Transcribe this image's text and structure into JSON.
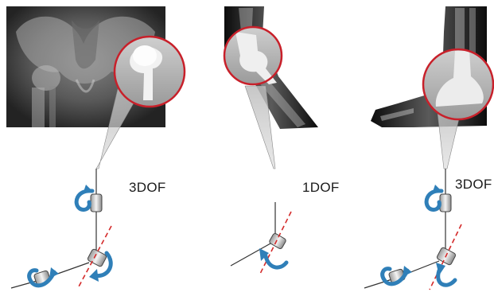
{
  "panels": [
    {
      "joint": "hip",
      "dof_label": "3DOF",
      "rotation_axes": 3
    },
    {
      "joint": "knee",
      "dof_label": "1DOF",
      "rotation_axes": 1
    },
    {
      "joint": "ankle",
      "dof_label": "3DOF",
      "rotation_axes": 3
    }
  ],
  "colors": {
    "arrow": "#2f7fb8",
    "magnifier_ring": "#c8202a",
    "axis_dash": "#d42a2a",
    "xray_dark": "#111111",
    "link_line": "#333333"
  }
}
